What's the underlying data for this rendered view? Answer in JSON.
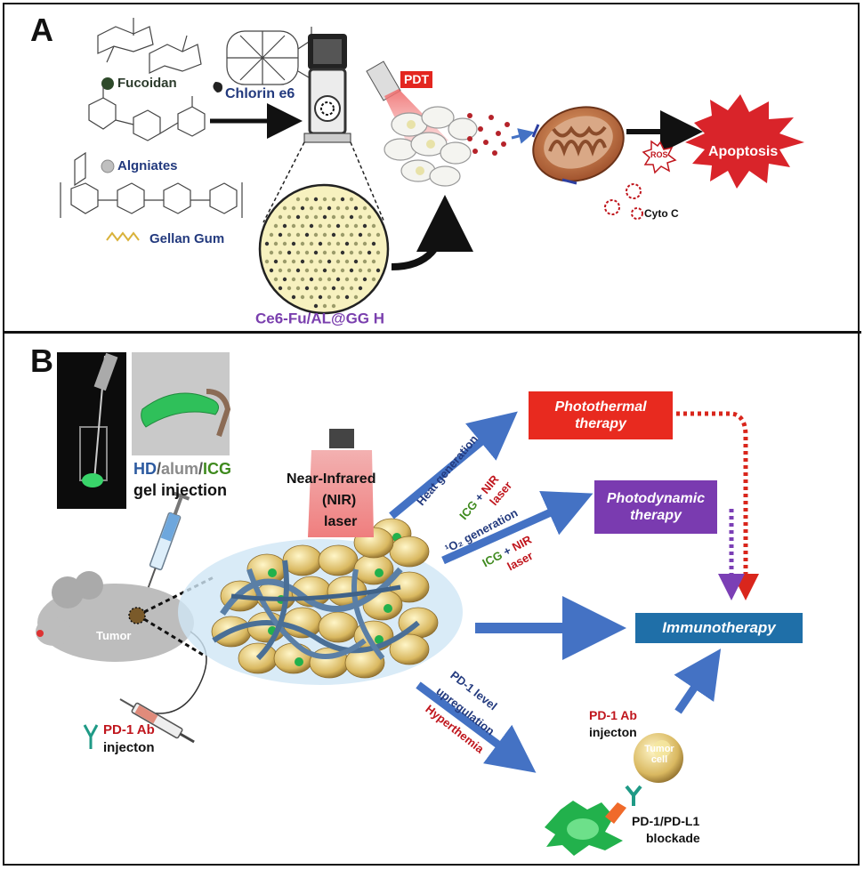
{
  "panel_a": {
    "letter": "A",
    "fucoidan": "Fucoidan",
    "alginates": "Algniates",
    "gellan": "Gellan Gum",
    "chlorin": "Chlorin e6",
    "pdt": "PDT",
    "hydrogel": "Ce6-Fu/AL@GG H",
    "ros": "ROS",
    "cyto": "Cyto C",
    "apoptosis": "Apoptosis"
  },
  "panel_b": {
    "letter": "B",
    "gel_hd": "HD",
    "gel_alum": "alum",
    "gel_icg": "ICG",
    "gel_injection": "gel injection",
    "nir_line1": "Near-Infrared",
    "nir_line2": "(NIR)",
    "nir_line3": "laser",
    "tumor": "Tumor",
    "pd1_ab_left": "PD-1 Ab",
    "injecton_left": "injecton",
    "heat_generation": "Heat generation",
    "icg1": "ICG",
    "plus1": " + ",
    "nir1": "NIR",
    "laser1": "laser",
    "o2_generation": "¹O₂ generation",
    "icg2": "ICG",
    "plus2": " + ",
    "nir2": "NIR",
    "laser2": "laser",
    "pd1_level": "PD-1 level",
    "upregulation": "upregulation",
    "hyperthemia": "Hyperthemia",
    "photothermal": "Photothermal therapy",
    "photodynamic": "Photodynamic therapy",
    "immunotherapy": "Immunotherapy",
    "pd1_ab_right": "PD-1 Ab",
    "injecton_right": "injecton",
    "tumor_cell": "Tumor cell",
    "blockade_line1": "PD-1/PD-L1",
    "blockade_line2": "blockade"
  },
  "colors": {
    "arrow_blue": "#4472c4",
    "photothermal_red": "#e82a1f",
    "photodynamic_purple": "#7a3bb0",
    "immuno_blue": "#1f6fa8",
    "apoptosis_red": "#d9242a",
    "dotted_red": "#d9261c",
    "dotted_purple": "#7b3fb5"
  }
}
